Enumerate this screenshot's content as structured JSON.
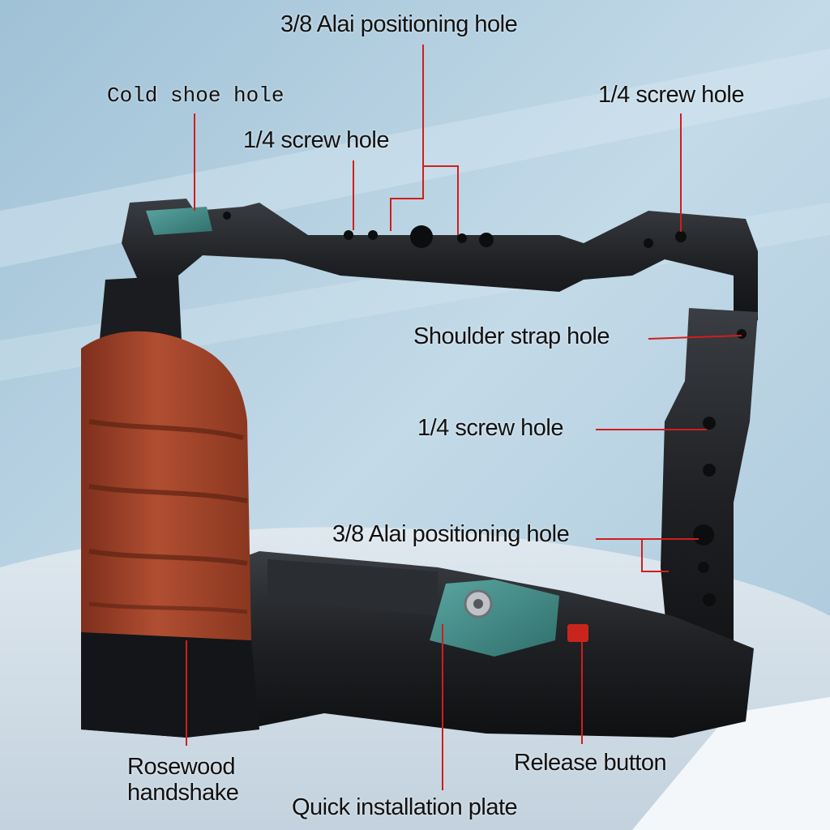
{
  "image": {
    "subject": "camera cage",
    "colors": {
      "background": "#b9d3e3",
      "cloth": "#d9e4ec",
      "cage_metal": "#1d1f22",
      "grip_wood": "#a5472e",
      "plate_teal": "#3f8a86",
      "release_button": "#c8261d",
      "callout_line": "#d21d1d"
    }
  },
  "callouts": {
    "top_positioning_hole": "3/8 Alai positioning hole",
    "cold_shoe_hole": "Cold shoe hole",
    "top_screw_hole_left": "1/4 screw hole",
    "top_screw_hole_right": "1/4 screw hole",
    "shoulder_strap_hole": "Shoulder strap hole",
    "side_screw_hole": "1/4 screw hole",
    "side_positioning_hole": "3/8 Alai positioning hole",
    "rosewood_handshake": "Rosewood\nhandshake",
    "quick_installation_plate": "Quick installation plate",
    "release_button": "Release button"
  }
}
